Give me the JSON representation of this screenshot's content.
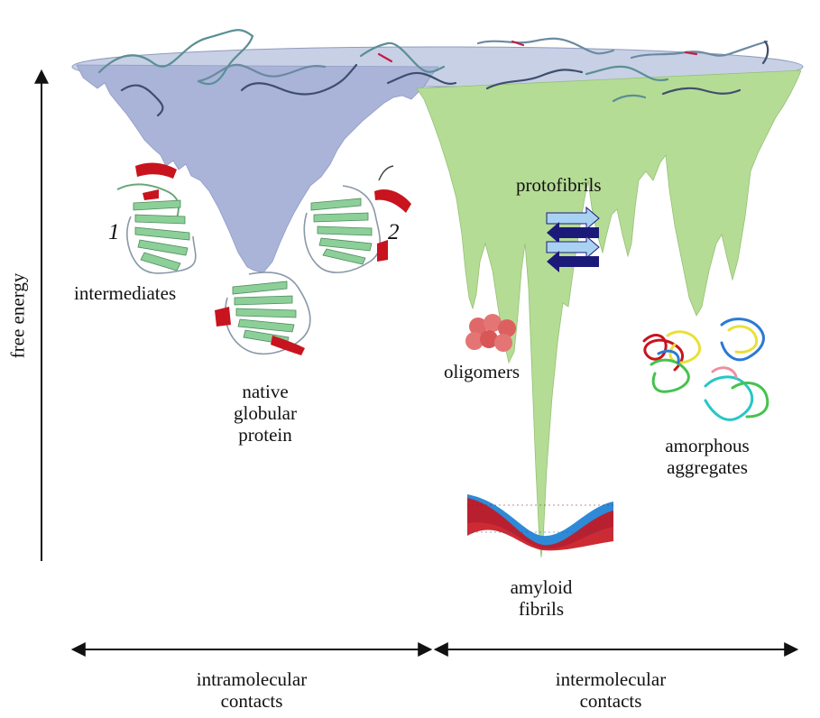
{
  "axes": {
    "y_label": "free energy",
    "x_left_label": [
      "intramolecular",
      "contacts"
    ],
    "x_right_label": [
      "intermolecular",
      "contacts"
    ]
  },
  "labels": {
    "intermediates": "intermediates",
    "intermediate_1": "1",
    "intermediate_2": "2",
    "native": [
      "native",
      "globular",
      "protein"
    ],
    "protofibrils": "protofibrils",
    "oligomers": "oligomers",
    "amorphous": [
      "amorphous",
      "aggregates"
    ],
    "amyloid": [
      "amyloid",
      "fibrils"
    ]
  },
  "colors": {
    "folding_funnel": "#a9b4d8",
    "aggregation_funnel": "#b5dc95",
    "rim_disc": "#c8d0e6",
    "protein_strand": "#7fbf8c",
    "helix_red": "#c8141e",
    "arrow_dark": "#1c1a78",
    "arrow_light": "#a9d2f2",
    "oligomer_red": "#e06868",
    "fibril_blue": "#2e8ad6"
  }
}
